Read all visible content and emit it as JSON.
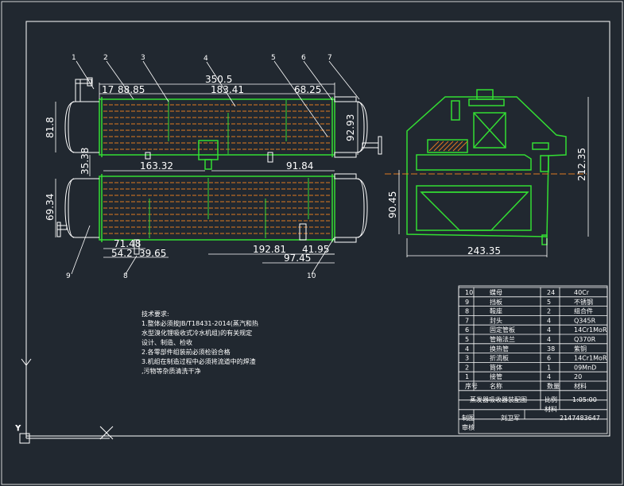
{
  "background_color": "#212830",
  "colors": {
    "frame": "#ffffff",
    "equipment": "#33dd33",
    "tubes": "#e07a20",
    "dimension": "#ffffff",
    "leader": "#ffffff"
  },
  "dimensions": {
    "d350_5": "350.5",
    "d183_41": "183.41",
    "d17": "17",
    "d88_85": "88.85",
    "d68_25": "68.25",
    "d81_8": "81.8",
    "d92_93": "92.93",
    "d35_38": "35.38",
    "d163_32": "163.32",
    "d91_84": "91.84",
    "d69_34": "69.34",
    "d71_48": "71.48",
    "d54_2": "54.2",
    "d39_65": "39.65",
    "d192_81": "192.81",
    "d41_95": "41.95",
    "d97_45": "97.45",
    "d212_35": "212.35",
    "d90_45": "90.45",
    "d243_35": "243.35"
  },
  "part_labels": [
    "1",
    "2",
    "3",
    "4",
    "5",
    "6",
    "7",
    "8",
    "9",
    "10"
  ],
  "notes": {
    "title": "技术要求:",
    "line1": "1.整体必须按JB/T18431-2014(蒸汽和热",
    "line2": "水型溴化锂吸收式冷水机组)的有关规定",
    "line3": "设计、制造、检收",
    "line4": "2.各零部件组装前必须检验合格",
    "line5": "3.机组在制造过程中必须将流道中的焊渣",
    "line6": ",污物等杂质清洗干净"
  },
  "parts_table": [
    {
      "no": "10",
      "name": "蝶母",
      "qty": "24",
      "material": "40Cr"
    },
    {
      "no": "9",
      "name": "挡板",
      "qty": "5",
      "material": "不锈钢"
    },
    {
      "no": "8",
      "name": "鞍座",
      "qty": "2",
      "material": "组合件"
    },
    {
      "no": "7",
      "name": "封头",
      "qty": "4",
      "material": "Q345R"
    },
    {
      "no": "6",
      "name": "固定管板",
      "qty": "4",
      "material": "14Cr1MoR"
    },
    {
      "no": "5",
      "name": "管箱法兰",
      "qty": "4",
      "material": "Q370R"
    },
    {
      "no": "4",
      "name": "换热管",
      "qty": "38",
      "material": "紫铜"
    },
    {
      "no": "3",
      "name": "折流板",
      "qty": "6",
      "material": "14Cr1MoR"
    },
    {
      "no": "2",
      "name": "筒体",
      "qty": "1",
      "material": "09MnD"
    },
    {
      "no": "1",
      "name": "接管",
      "qty": "4",
      "material": "20"
    }
  ],
  "table_header": {
    "no": "序号",
    "name": "名称",
    "qty": "数量",
    "material": "材料"
  },
  "title_block": {
    "drawing_name": "蒸发器吸收器装配图",
    "scale_label": "比例",
    "scale_value": "1:05:00",
    "material_label": "材料",
    "drawn_label": "制图",
    "drawn_by": "刘卫军",
    "drawing_no": "2147483647",
    "review_label": "审核"
  }
}
